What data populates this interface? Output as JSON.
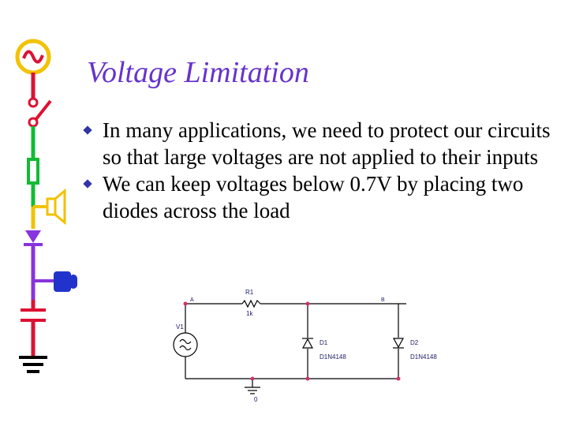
{
  "slide": {
    "title": "Voltage Limitation",
    "bullets": [
      "In many applications, we need to protect our circuits so that large voltages are not applied to their inputs",
      "We can keep voltages below 0.7V by placing two diodes across the load"
    ]
  },
  "circuit": {
    "node_a": "A",
    "node_b": "B",
    "r1_name": "R1",
    "r1_value": "1k",
    "v1_name": "V1",
    "d1_name": "D1",
    "d1_model": "D1N4148",
    "d2_name": "D2",
    "d2_model": "D1N4148",
    "ground_label": "0"
  },
  "colors": {
    "title": "#6633cc",
    "bullet_marker": "#3333aa",
    "wire": "#000000",
    "node_dot": "#cc3366",
    "label": "#1a1a66",
    "sidebar_red": "#dd1133",
    "sidebar_yellow": "#f2c200",
    "sidebar_green": "#11bb33",
    "sidebar_purple": "#8833dd",
    "sidebar_blue": "#2233cc"
  },
  "icons": [
    "ac-source-icon",
    "switch-icon",
    "resistor-icon",
    "speaker-icon",
    "diode-icon",
    "battery-icon",
    "capacitor-icon",
    "ground-icon"
  ]
}
